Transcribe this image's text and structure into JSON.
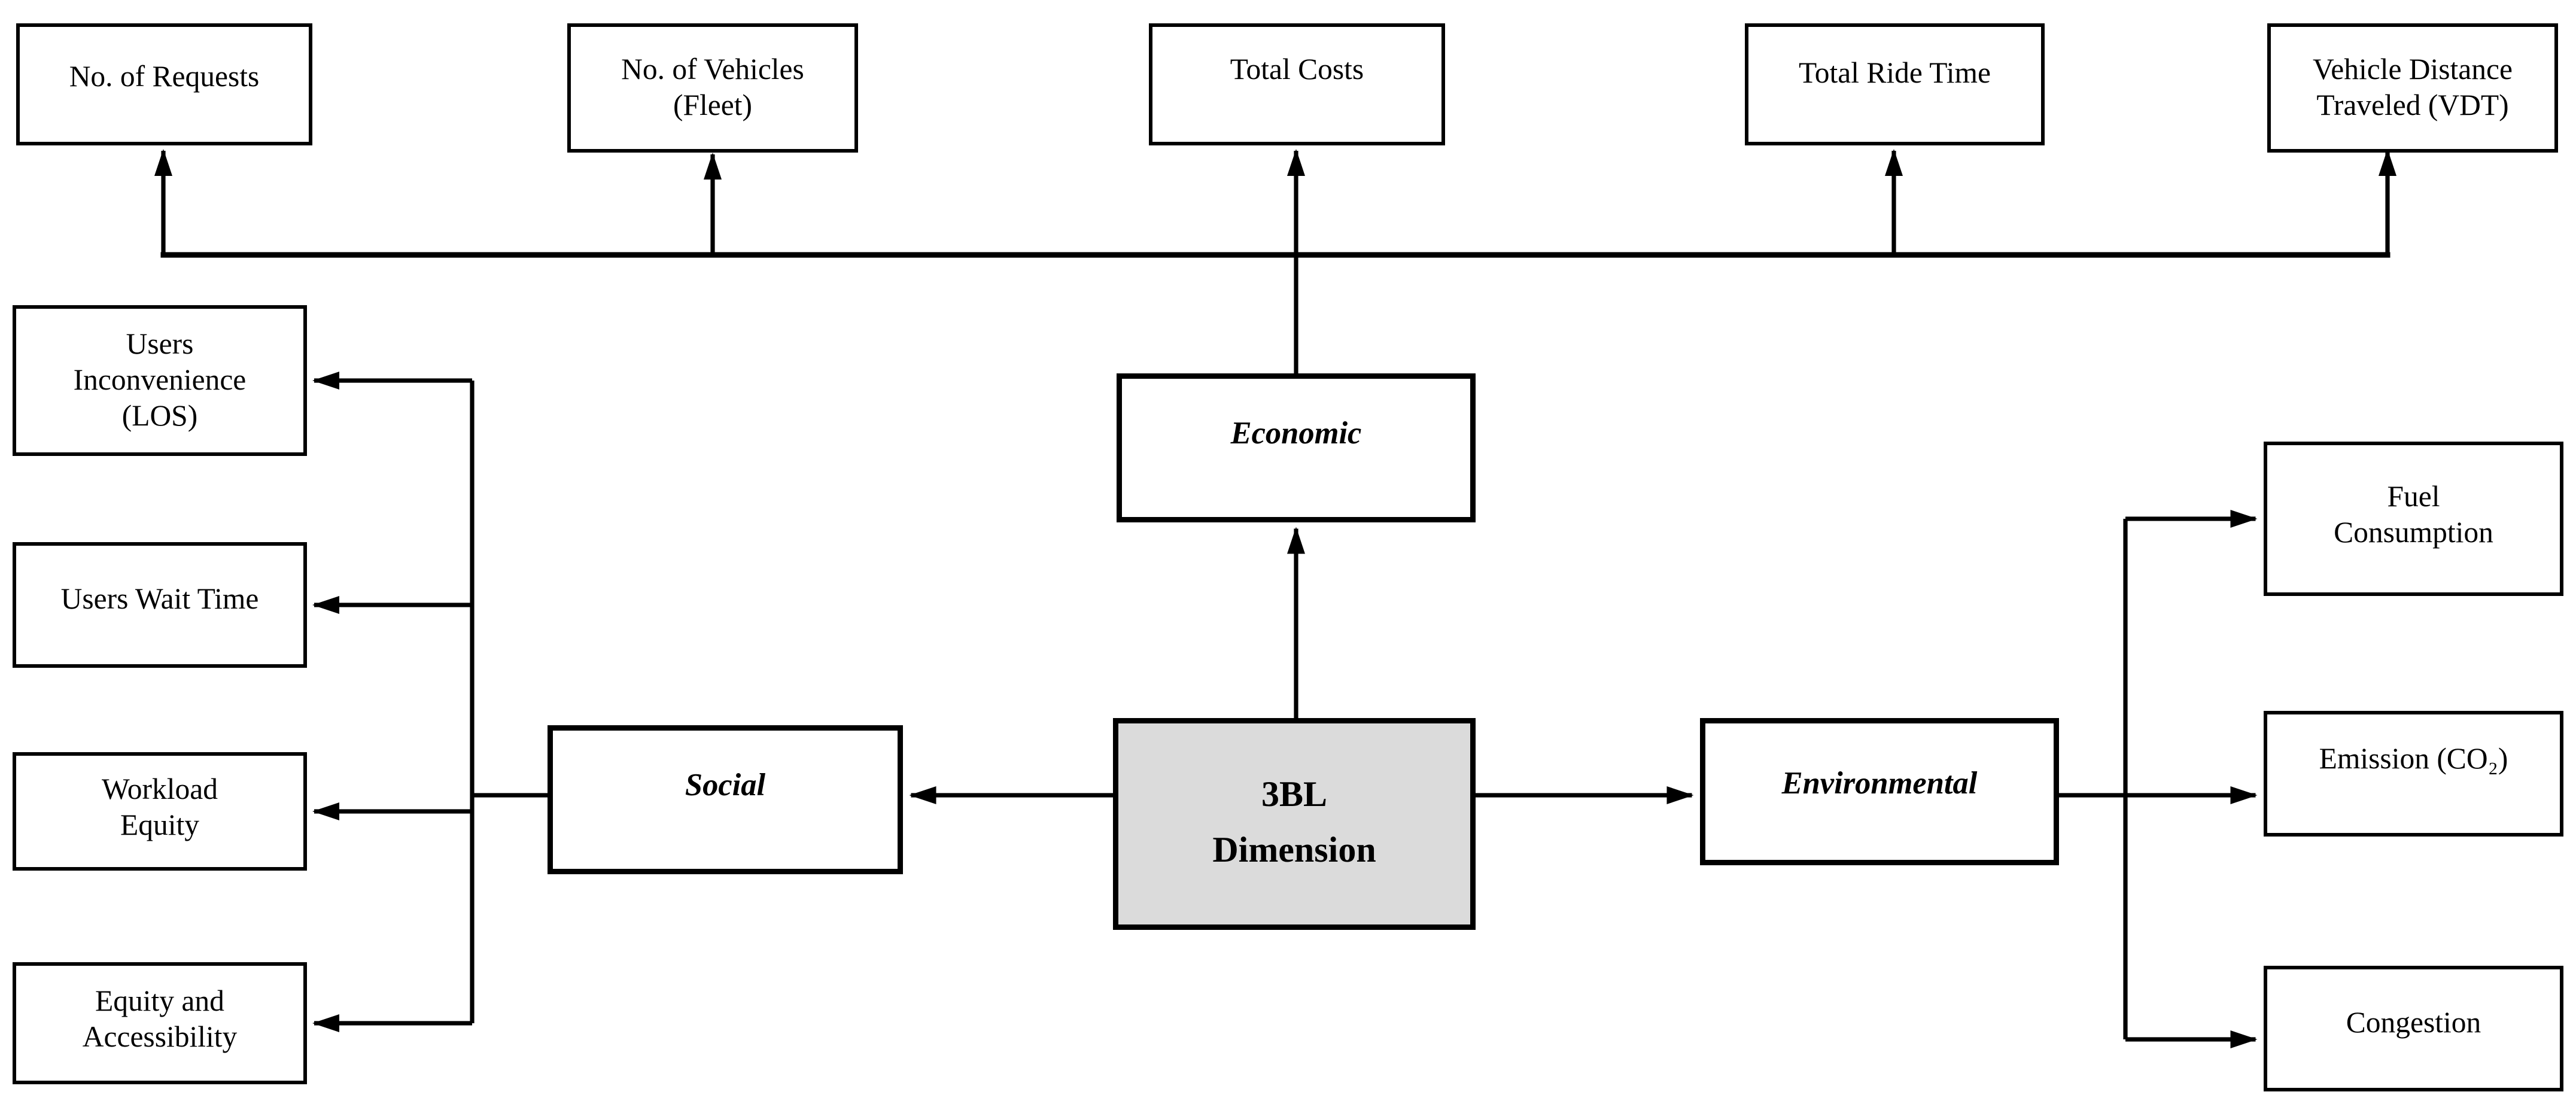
{
  "diagram": {
    "title": "3BL Dimension diagram",
    "center": {
      "label": "3BL\nDimension",
      "fill": "#DBDBDB"
    },
    "dimensions": {
      "economic": {
        "label": "Economic"
      },
      "social": {
        "label": "Social"
      },
      "environmental": {
        "label": "Environmental"
      }
    },
    "economic_metrics": [
      {
        "id": "requests",
        "label": "No. of Requests"
      },
      {
        "id": "fleet",
        "label": "No. of Vehicles\n(Fleet)"
      },
      {
        "id": "costs",
        "label": "Total Costs"
      },
      {
        "id": "ride_time",
        "label": "Total Ride Time"
      },
      {
        "id": "vdt",
        "label": "Vehicle Distance\nTraveled (VDT)"
      }
    ],
    "social_metrics": [
      {
        "id": "inconvenience",
        "label": "Users\nInconvenience\n(LOS)"
      },
      {
        "id": "wait_time",
        "label": "Users Wait Time"
      },
      {
        "id": "workload",
        "label": "Workload\nEquity"
      },
      {
        "id": "equity",
        "label": "Equity and\nAccessibility"
      }
    ],
    "environmental_metrics": [
      {
        "id": "fuel",
        "label": "Fuel\nConsumption"
      },
      {
        "id": "emission",
        "label": "Emission (CO₂)"
      },
      {
        "id": "congestion",
        "label": "Congestion"
      }
    ],
    "colors": {
      "line": "#000000",
      "box_border": "#000000",
      "center_fill": "#DBDBDB",
      "background": "#FFFFFF"
    }
  }
}
